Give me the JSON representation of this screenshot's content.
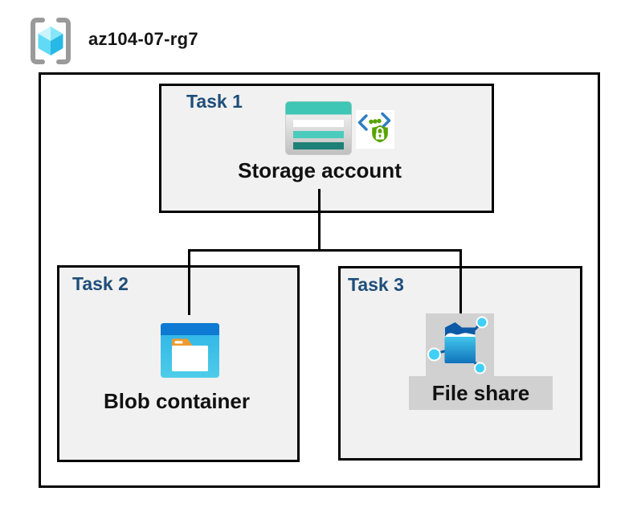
{
  "header": {
    "icon": "resource-group-icon",
    "title": "az104-07-rg7"
  },
  "tasks": [
    {
      "label": "Task 1",
      "resource": "Storage account",
      "icons": [
        "storage-account-icon",
        "sas-lock-icon"
      ]
    },
    {
      "label": "Task 2",
      "resource": "Blob container",
      "icons": [
        "blob-container-icon"
      ]
    },
    {
      "label": "Task 3",
      "resource": "File share",
      "icons": [
        "file-share-icon"
      ]
    }
  ],
  "connections": [
    {
      "from": "Storage account",
      "to": "Blob container"
    },
    {
      "from": "Storage account",
      "to": "File share"
    }
  ],
  "colors": {
    "task_label": "#1F4E79",
    "task_box_fill": "#F1F1F1",
    "box_border": "#000000",
    "gray_icon_block": "#D1D1D1",
    "storage_teal": "#3FC6B4",
    "storage_teal_dark": "#1E8177",
    "blob_header_blue": "#0E7AD3",
    "blob_body_cyan": "#35BCE9",
    "blob_tab_orange": "#F09B30",
    "fileshare_navy": "#0D5AA7",
    "fileshare_node_cyan": "#3FD0F7",
    "sas_green": "#56A300",
    "sas_bracket_blue": "#2E7CC4"
  }
}
